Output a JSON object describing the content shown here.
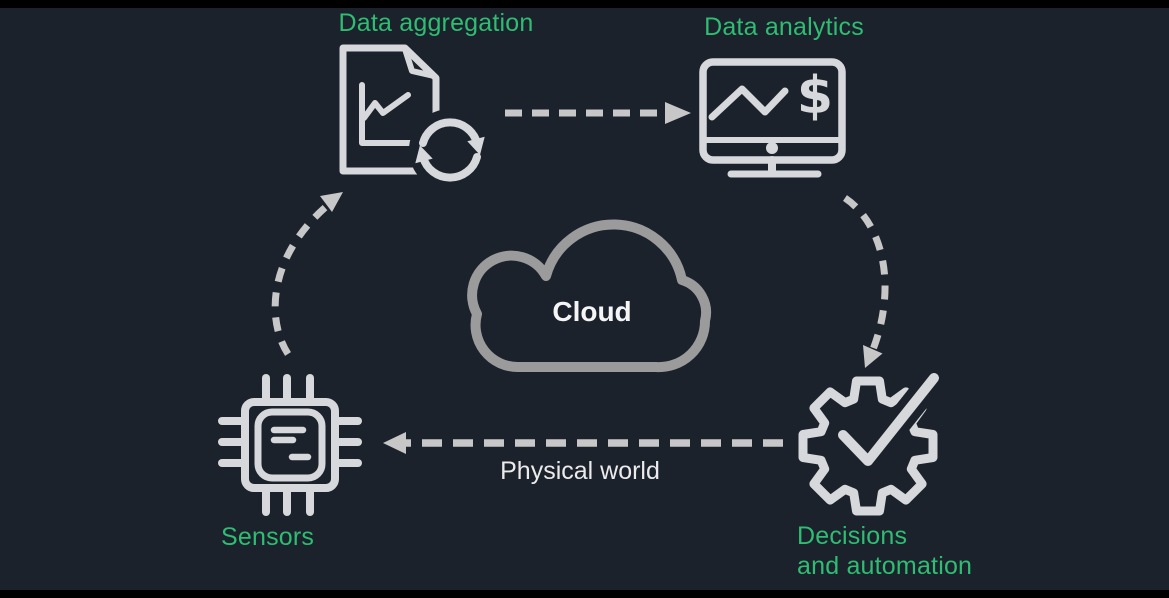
{
  "diagram": {
    "nodes": {
      "data_aggregation": {
        "label": "Data aggregation",
        "icon": "document-sync-icon"
      },
      "data_analytics": {
        "label": "Data analytics",
        "icon": "monitor-finance-icon"
      },
      "decisions_automation": {
        "label_line1": "Decisions",
        "label_line2": "and automation",
        "icon": "gear-check-icon"
      },
      "sensors": {
        "label": "Sensors",
        "icon": "chip-icon"
      },
      "cloud": {
        "label": "Cloud",
        "icon": "cloud-icon"
      }
    },
    "edges": {
      "physical_world": {
        "label": "Physical world"
      }
    }
  },
  "colors": {
    "background": "#1b222c",
    "bar": "#000000",
    "node-label": "#2ebd72",
    "icon-stroke": "#d6d8db",
    "cloud-stroke": "#9b9b9b",
    "arrow": "#c7c7c7",
    "center-label": "#f5f5f5",
    "edge-label": "#eceaea"
  }
}
